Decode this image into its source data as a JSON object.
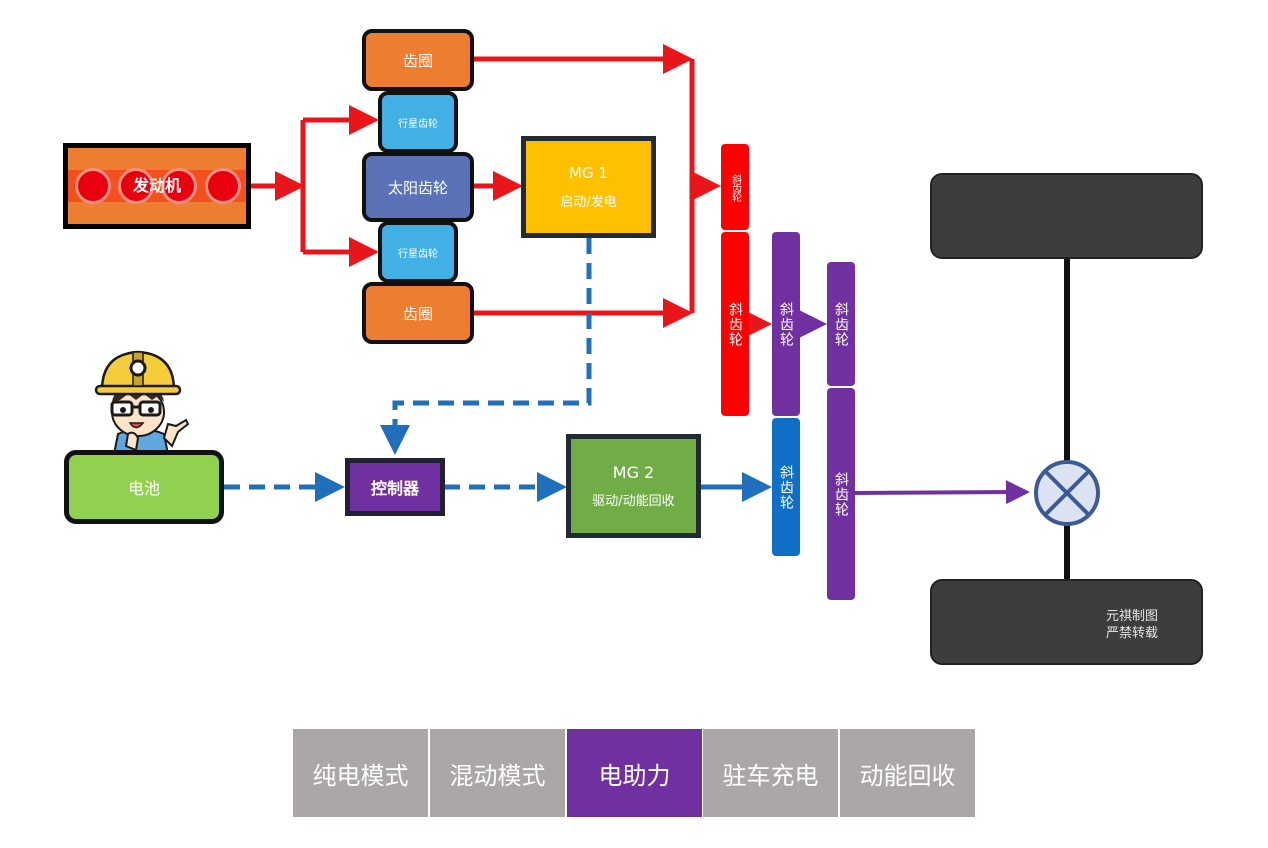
{
  "engine": {
    "label": "发动机"
  },
  "planetary": {
    "ring_top": "齿圈",
    "planet_top": "行星齿轮",
    "sun": "太阳齿轮",
    "planet_bottom": "行星齿轮",
    "ring_bottom": "齿圈"
  },
  "mg1": {
    "title": "MG 1",
    "subtitle": "启动/发电"
  },
  "mg2": {
    "title": "MG 2",
    "subtitle": "驱动/动能回收"
  },
  "battery": {
    "label": "电池"
  },
  "controller": {
    "label": "控制器"
  },
  "gears": {
    "red_small": "斜齿轮",
    "red_large": "斜齿轮",
    "purple_mid": "斜齿轮",
    "blue_mid": "斜齿轮",
    "purple_right_top": "斜齿轮",
    "purple_right_bottom": "斜齿轮"
  },
  "wheels": {
    "watermark_line1": "元祺制图",
    "watermark_line2": "严禁转载"
  },
  "colors": {
    "engine_orange": "#ed7d31",
    "engine_red": "#ff0000",
    "ring_orange": "#ed7d31",
    "planet_blue": "#41b0e4",
    "sun_blue": "#5b72b8",
    "mg1_yellow": "#ffc000",
    "mg2_green": "#70ad47",
    "battery_green": "#92d050",
    "controller_purple": "#7030a0",
    "gear_red": "#ff0000",
    "gear_purple": "#7030a0",
    "gear_blue": "#0f6fc6",
    "flow_red": "#e8151b",
    "flow_blue_dashed": "#1f6fba",
    "flow_purple": "#7030a0",
    "wheel_dark": "#3d3d3d",
    "differential_fill": "#dbe3f3",
    "differential_stroke": "#3c5a97",
    "tab_inactive": "#aba7a6",
    "tab_active": "#7030a0"
  },
  "modes": {
    "tabs": [
      {
        "label": "纯电模式",
        "active": false
      },
      {
        "label": "混动模式",
        "active": false
      },
      {
        "label": "电助力",
        "active": true
      },
      {
        "label": "驻车充电",
        "active": false
      },
      {
        "label": "动能回收",
        "active": false
      }
    ]
  }
}
